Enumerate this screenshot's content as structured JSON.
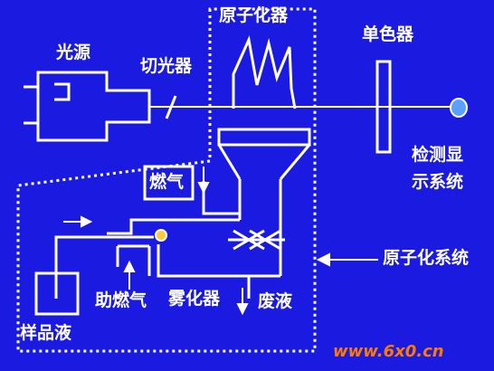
{
  "labels": {
    "light_source": "光源",
    "chopper": "切光器",
    "atomizer": "原子化器",
    "monochromator": "单色器",
    "detector_line1": "检测显",
    "detector_line2": "示系统",
    "fuel_gas": "燃气",
    "atomization_system": "原子化系统",
    "oxidant": "助燃气",
    "nebulizer": "雾化器",
    "waste": "废液",
    "sample": "样品液"
  },
  "watermark": "www.6x0.cn",
  "colors": {
    "background": "#1a1ae0",
    "line": "#ffffff",
    "detector_dot": "#5aa0ff",
    "nebulizer_dot": "#ffcc33",
    "watermark": "#ff7a00"
  }
}
